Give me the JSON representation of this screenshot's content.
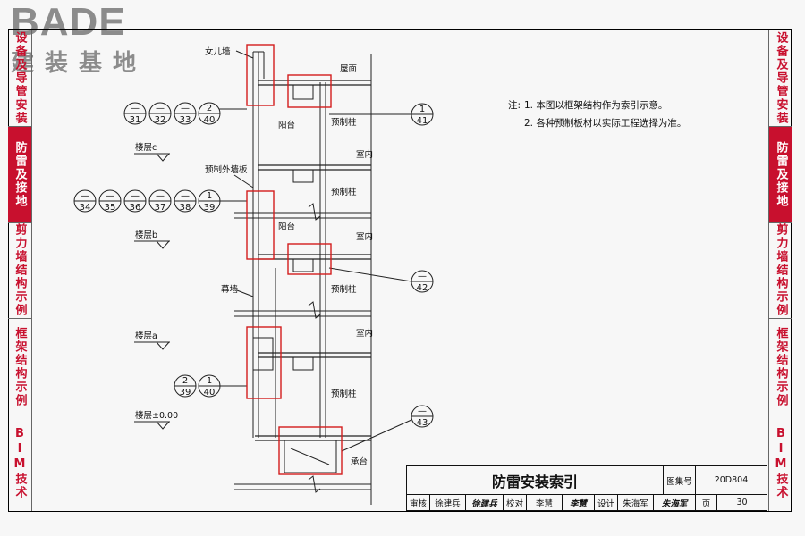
{
  "brand": {
    "name": "BADE",
    "subtitle": "建装基地"
  },
  "sidebar": {
    "items": [
      {
        "label": "设备及导管安装",
        "active": false
      },
      {
        "label": "防雷及接地",
        "active": true
      },
      {
        "label": "剪力墙结构示例",
        "active": false
      },
      {
        "label": "框架结构示例",
        "active": false
      },
      {
        "label": "BIM技术",
        "active": false
      }
    ]
  },
  "notes": {
    "prefix": "注:",
    "item1": "1. 本图以框架结构作为索引示意。",
    "item2": "2. 各种预制板材以实际工程选择为准。"
  },
  "drawing": {
    "labels": {
      "parapet": "女儿墙",
      "roof": "屋面",
      "balcony1": "阳台",
      "precast_col1": "预制柱",
      "indoor1": "室内",
      "floor_c": "楼层c",
      "precast_wall": "预制外墙板",
      "precast_col2": "预制柱",
      "balcony2": "阳台",
      "indoor2": "室内",
      "floor_b": "楼层b",
      "curtain_wall": "幕墙",
      "precast_col3": "预制柱",
      "indoor3": "室内",
      "floor_a": "楼层a",
      "precast_col4": "预制柱",
      "floor_0": "楼层±0.00",
      "pile_cap": "承台"
    },
    "callouts": {
      "group1": [
        {
          "top": "—",
          "bottom": "31"
        },
        {
          "top": "—",
          "bottom": "32"
        },
        {
          "top": "—",
          "bottom": "33"
        },
        {
          "top": "2",
          "bottom": "40"
        }
      ],
      "group2": [
        {
          "top": "—",
          "bottom": "34"
        },
        {
          "top": "—",
          "bottom": "35"
        },
        {
          "top": "—",
          "bottom": "36"
        },
        {
          "top": "—",
          "bottom": "37"
        },
        {
          "top": "—",
          "bottom": "38"
        },
        {
          "top": "1",
          "bottom": "39"
        }
      ],
      "group3": [
        {
          "top": "2",
          "bottom": "39"
        },
        {
          "top": "1",
          "bottom": "40"
        }
      ],
      "right1": {
        "top": "1",
        "bottom": "41"
      },
      "right2": {
        "top": "—",
        "bottom": "42"
      },
      "right3": {
        "top": "—",
        "bottom": "43"
      }
    }
  },
  "title_block": {
    "title": "防雷安装索引",
    "atlas_label": "图集号",
    "atlas_no": "20D804",
    "review_label": "审核",
    "reviewer": "徐建兵",
    "reviewer_sign": "徐建兵",
    "check_label": "校对",
    "checker": "李慧",
    "checker_sign": "李慧",
    "design_label": "设计",
    "designer": "朱海军",
    "designer_sign": "朱海军",
    "page_label": "页",
    "page_no": "30"
  }
}
